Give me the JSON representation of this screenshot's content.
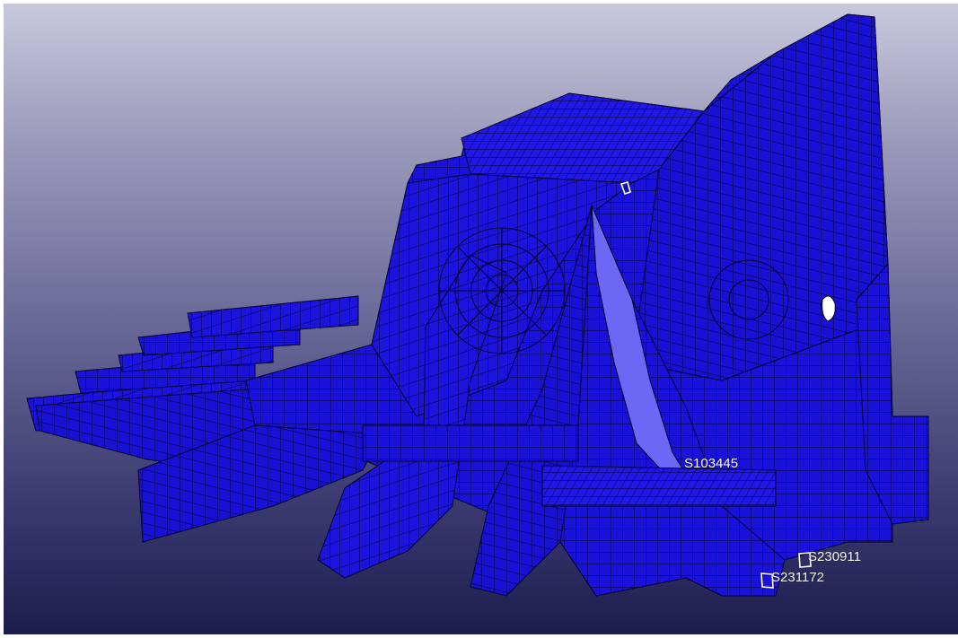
{
  "viewport": {
    "background_top": "#c8c8dc",
    "background_bottom": "#1c1c4e",
    "mesh_fill": "#1a12d8",
    "mesh_line": "#00002a",
    "highlight_fill": "#7a78ff"
  },
  "element_labels": [
    {
      "id": "S103445",
      "text": "S103445"
    },
    {
      "id": "S230911",
      "text": "S230911"
    },
    {
      "id": "S231172",
      "text": "S231172"
    }
  ]
}
